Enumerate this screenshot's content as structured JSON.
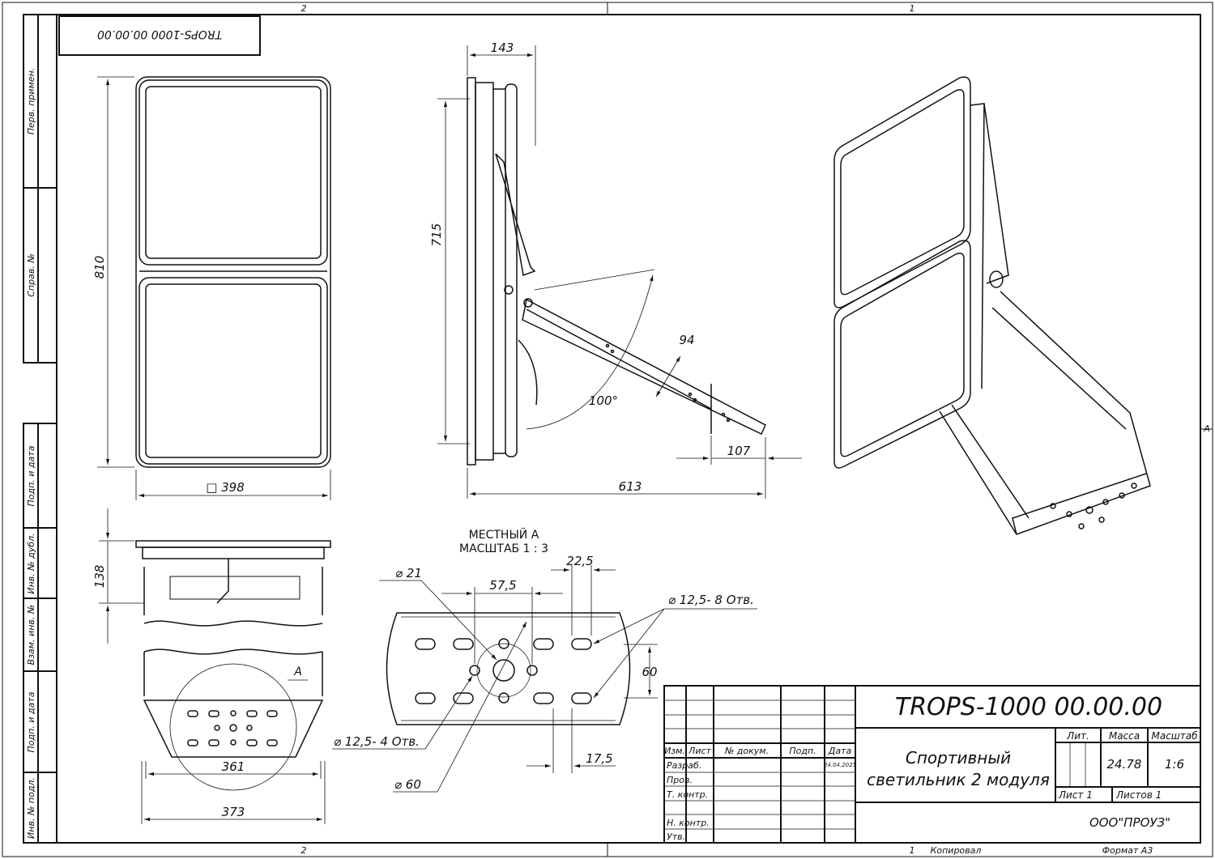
{
  "drawing": {
    "zones_top": [
      "2",
      "1"
    ],
    "zones_bottom": [
      "2",
      "1"
    ],
    "zone_right": "A",
    "mirrored_code": "TROPS-1000 00.00.00"
  },
  "side_stamps": {
    "perv_primen": "Перв. примен.",
    "sprav_no": "Справ. №",
    "podp_data_1": "Подп. и дата",
    "inv_dubl": "Инв. № дубл.",
    "vzam_inv": "Взам. инв. №",
    "podp_data_2": "Подп. и дата",
    "inv_podl": "Инв. № подл."
  },
  "dimensions": {
    "front_height": "810",
    "front_width": "□ 398",
    "side_depth_top": "143",
    "side_height": "715",
    "side_total": "613",
    "side_foot": "107",
    "arm_width": "94",
    "arm_angle": "100°",
    "bottom_height": "138",
    "bottom_inner": "361",
    "bottom_outer": "373",
    "view_marker": "A"
  },
  "detail": {
    "title_line1": "МЕСТНЫЙ А",
    "title_line2": "МАСШТАБ 1 : 3",
    "d21": "⌀ 21",
    "d57": "57,5",
    "d22": "22,5",
    "holes8": "⌀ 12,5- 8 Отв.",
    "d60v": "60",
    "holes4": "⌀ 12,5- 4 Отв.",
    "d17": "17,5",
    "d60": "⌀ 60"
  },
  "title_block": {
    "code": "TROPS-1000 00.00.00",
    "name_line1": "Спортивный",
    "name_line2": "светильник 2 модуля",
    "lit_label": "Лит.",
    "mass_label": "Масса",
    "scale_label": "Масштаб",
    "mass_value": "24.78",
    "scale_value": "1:6",
    "sheet_label": "Лист 1",
    "sheets_label": "Листов 1",
    "company": "ООО\"ПРОУЗ\"",
    "col_izm": "Изм.",
    "col_list": "Лист",
    "col_doc": "№ докум.",
    "col_podp": "Подп.",
    "col_data": "Дата",
    "row_razrab": "Разраб.",
    "row_prov": "Пров.",
    "row_tkontr": "Т. контр.",
    "row_nkontr": "Н. контр.",
    "row_utv": "Утв.",
    "date_value": "24.04.2025"
  },
  "footer": {
    "copied_num": "1",
    "copied": "Копировал",
    "format": "Формат А3"
  }
}
